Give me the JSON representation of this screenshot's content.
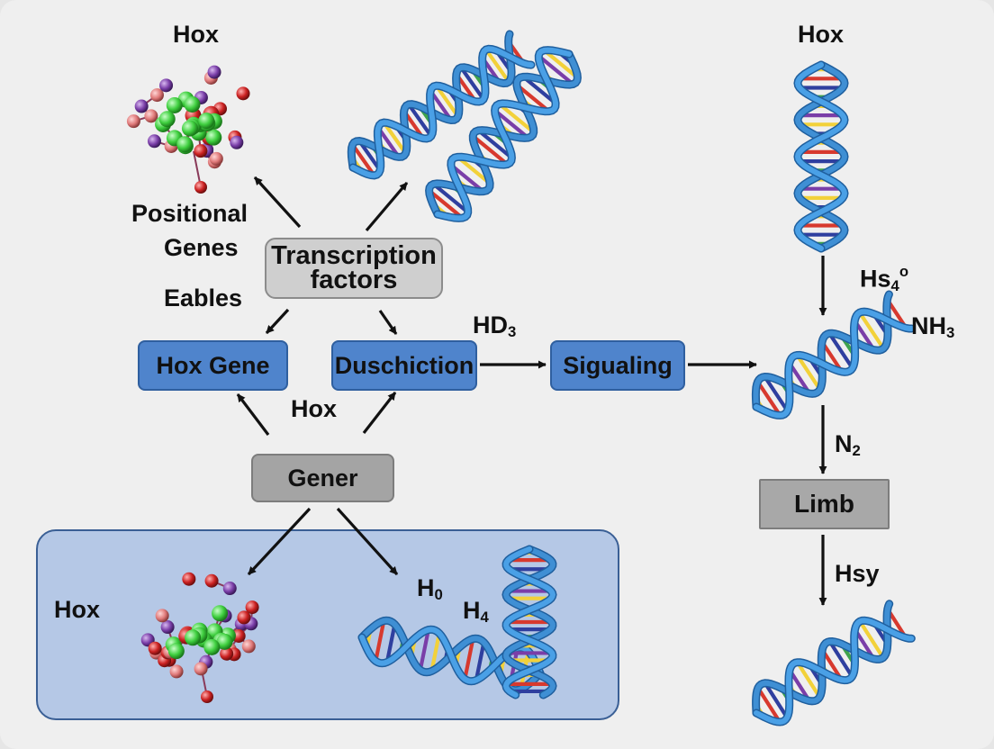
{
  "labels": {
    "hox_top_left": "Hox",
    "hox_top_right": "Hox",
    "positional": "Positional",
    "genes": "Genes",
    "eables": "Eables",
    "hox_mid": "Hox",
    "hox_panel": "Hox",
    "hd3_base": "HD",
    "hd3_sub": "3",
    "hs4_base": "Hs",
    "hs4_sub": "4",
    "hs4_sup": "o",
    "nh3_base": "NH",
    "nh3_sub": "3",
    "n2_base": "N",
    "n2_sub": "2",
    "hsy": "Hsy",
    "h0_base": "H",
    "h0_sub": "0",
    "h4_base": "H",
    "h4_sub": "4"
  },
  "nodes": {
    "transcription_line1": "Transcription",
    "transcription_line2": "factors",
    "hox_gene": "Hox Gene",
    "duschiction": "Duschiction",
    "sigualing": "Sigualing",
    "gener": "Gener",
    "limb": "Limb"
  },
  "colors": {
    "blue_node": "#4f84cc",
    "gray_node": "#a4a4a4",
    "panel": "#b5c8e6",
    "helix": "#3f8fd4",
    "atom_green": "#3fcf3f",
    "atom_red": "#cc2222",
    "atom_purple": "#7a3ea8"
  }
}
